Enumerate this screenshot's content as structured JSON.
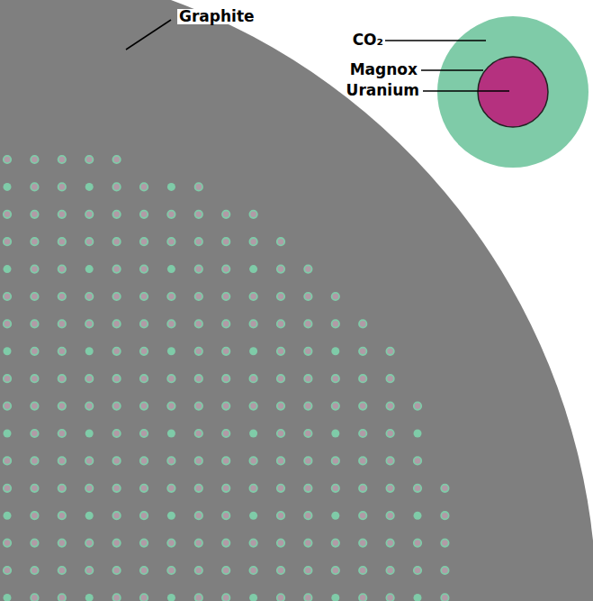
{
  "diagram": {
    "labels": [
      "Graphite",
      "CO₂",
      "Magnox",
      "Uranium"
    ]
  }
}
